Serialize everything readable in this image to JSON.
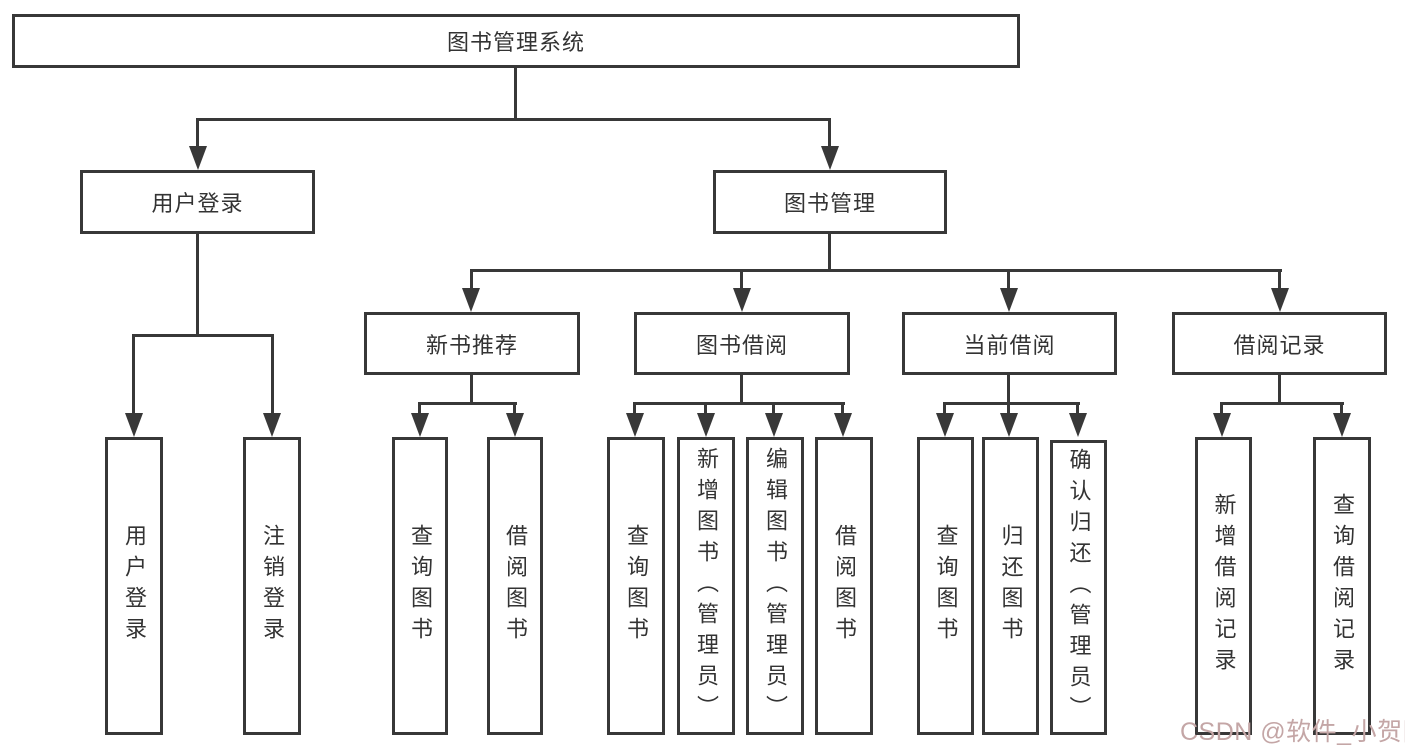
{
  "colors": {
    "line": "#383838",
    "box_border": "#383838",
    "text": "#333333",
    "background": "#ffffff",
    "watermark": "#c4a6a6"
  },
  "root": {
    "label": "图书管理系统"
  },
  "branches": {
    "user_login": {
      "label": "用户登录",
      "children": [
        {
          "label": "用户登录"
        },
        {
          "label": "注销登录"
        }
      ]
    },
    "book_management": {
      "label": "图书管理",
      "children": [
        {
          "label": "新书推荐",
          "children": [
            {
              "label": "查询图书"
            },
            {
              "label": "借阅图书"
            }
          ]
        },
        {
          "label": "图书借阅",
          "children": [
            {
              "label": "查询图书"
            },
            {
              "label": "新增图书（管理员）"
            },
            {
              "label": "编辑图书（管理员）"
            },
            {
              "label": "借阅图书"
            }
          ]
        },
        {
          "label": "当前借阅",
          "children": [
            {
              "label": "查询图书"
            },
            {
              "label": "归还图书"
            },
            {
              "label": "确认归还（管理员）"
            }
          ]
        },
        {
          "label": "借阅记录",
          "children": [
            {
              "label": "新增借阅记录"
            },
            {
              "label": "查询借阅记录"
            }
          ]
        }
      ]
    }
  },
  "watermark": {
    "text": "CSDN @软件_小贺同学"
  }
}
